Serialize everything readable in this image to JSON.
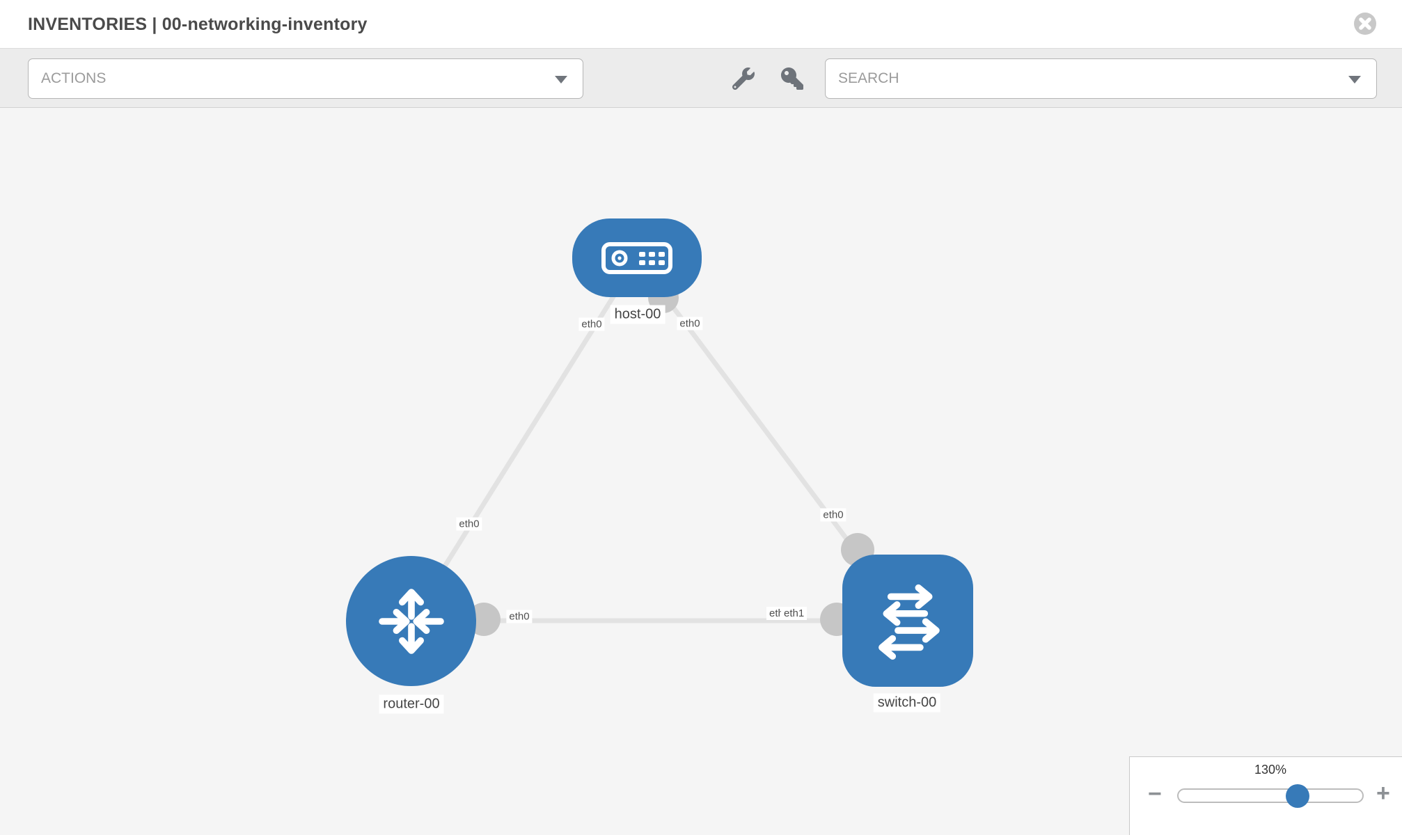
{
  "header": {
    "title": "INVENTORIES | 00-networking-inventory"
  },
  "toolbar": {
    "actions": {
      "label": "ACTIONS"
    },
    "search": {
      "placeholder": "SEARCH"
    }
  },
  "topology": {
    "nodes": [
      {
        "id": "host-00",
        "label": "host-00",
        "type": "host"
      },
      {
        "id": "router-00",
        "label": "router-00",
        "type": "router"
      },
      {
        "id": "switch-00",
        "label": "switch-00",
        "type": "switch"
      }
    ],
    "links": [
      {
        "source": "host-00",
        "target": "router-00",
        "source_interface": "eth0",
        "target_interface": "eth0"
      },
      {
        "source": "host-00",
        "target": "switch-00",
        "source_interface": "eth0",
        "target_interface": "eth0"
      },
      {
        "source": "router-00",
        "target": "switch-00",
        "source_interface": "eth0",
        "target_interface": "eth1",
        "target_overlap_interface": "eth0"
      }
    ]
  },
  "zoom_control": {
    "level": "130%",
    "minus_label": "−",
    "plus_label": "+",
    "slider_percent": 65
  },
  "colors": {
    "node_fill": "#377ab8",
    "link_stroke": "#e2e2e2",
    "connector_fill": "#c6c6c6",
    "toolbar_bg": "#ececec",
    "canvas_bg": "#f5f5f5"
  }
}
